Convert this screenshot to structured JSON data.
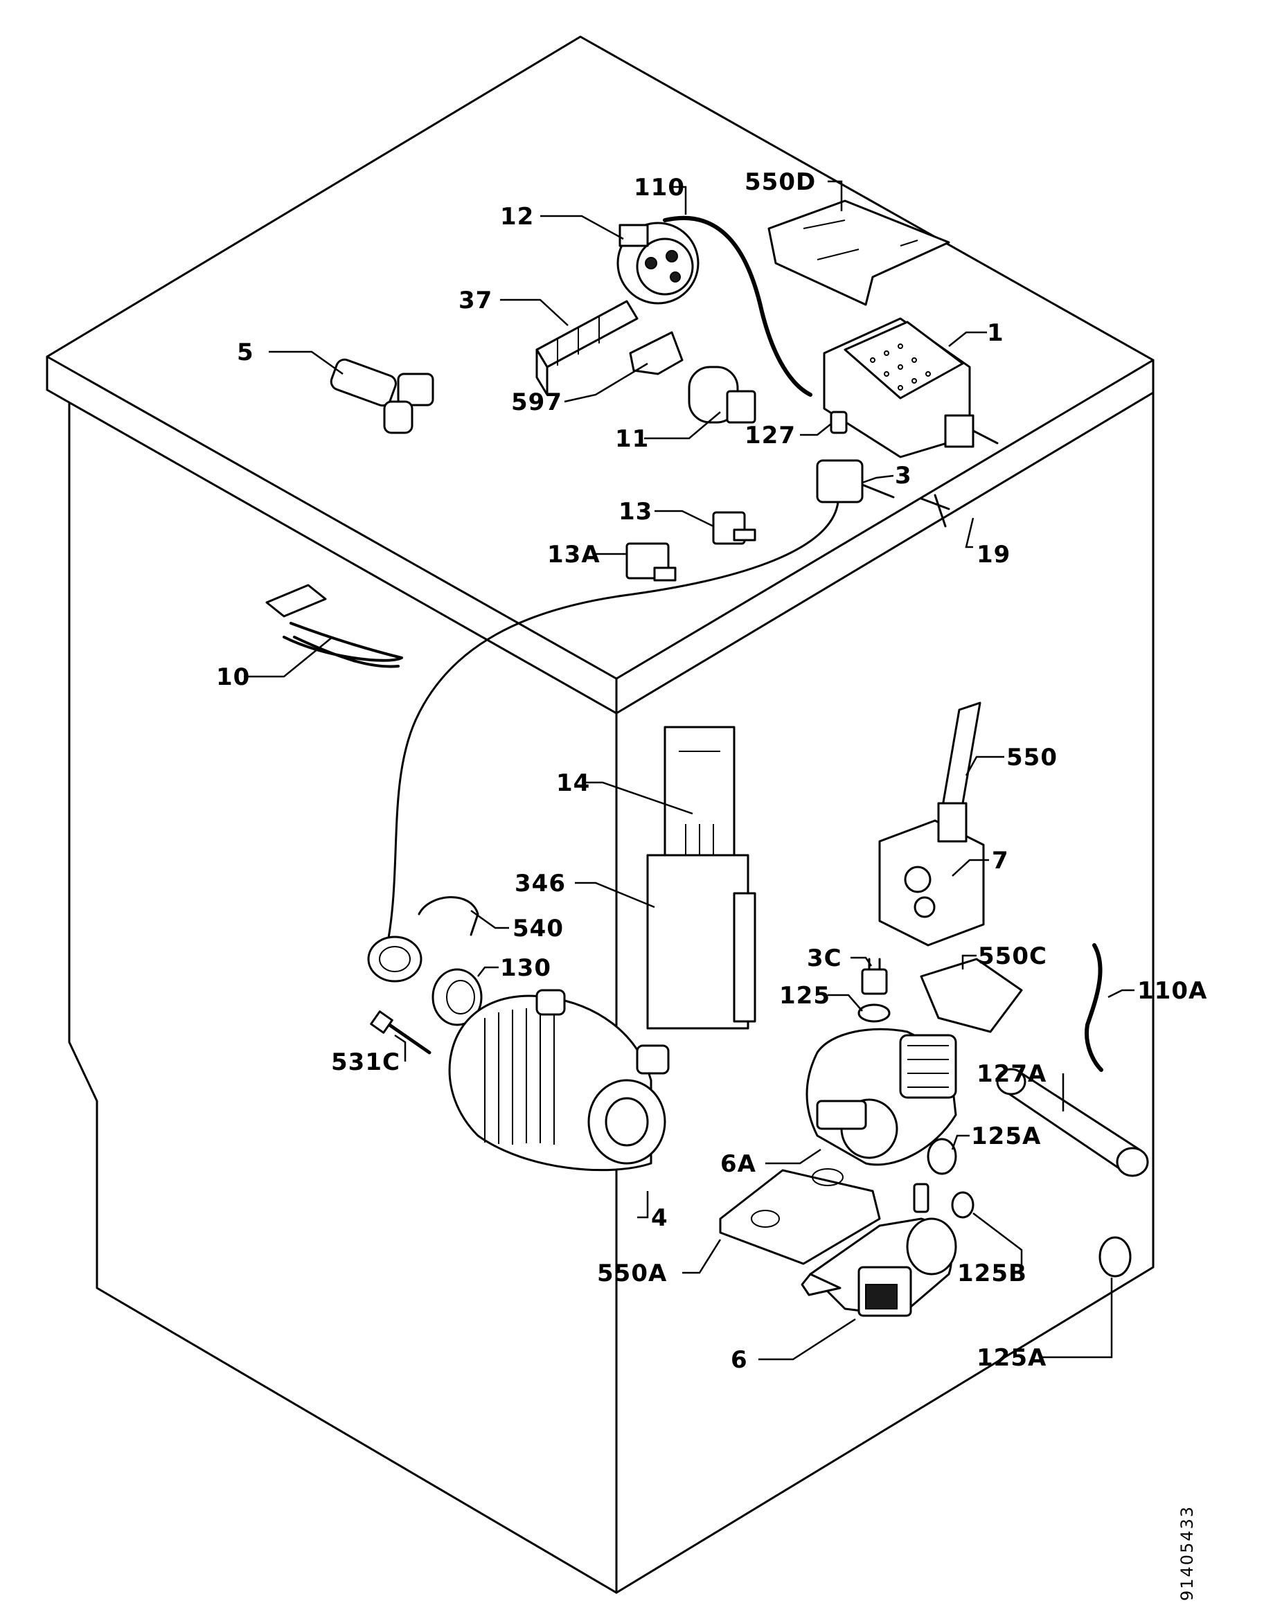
{
  "callouts": {
    "c110": "110",
    "c550D": "550D",
    "c12": "12",
    "c37": "37",
    "c1": "1",
    "c5": "5",
    "c597": "597",
    "c11": "11",
    "c127": "127",
    "c3": "3",
    "c13": "13",
    "c19": "19",
    "c13A": "13A",
    "c10": "10",
    "c550": "550",
    "c14": "14",
    "c7": "7",
    "c346": "346",
    "c540": "540",
    "c3C": "3C",
    "c550C": "550C",
    "c130": "130",
    "c110A": "110A",
    "c125": "125",
    "c531C": "531C",
    "c127A": "127A",
    "c125A_top": "125A",
    "c6A": "6A",
    "c4": "4",
    "c125B": "125B",
    "c550A": "550A",
    "c6": "6",
    "c125A_bottom": "125A"
  },
  "document_number": "91405433"
}
